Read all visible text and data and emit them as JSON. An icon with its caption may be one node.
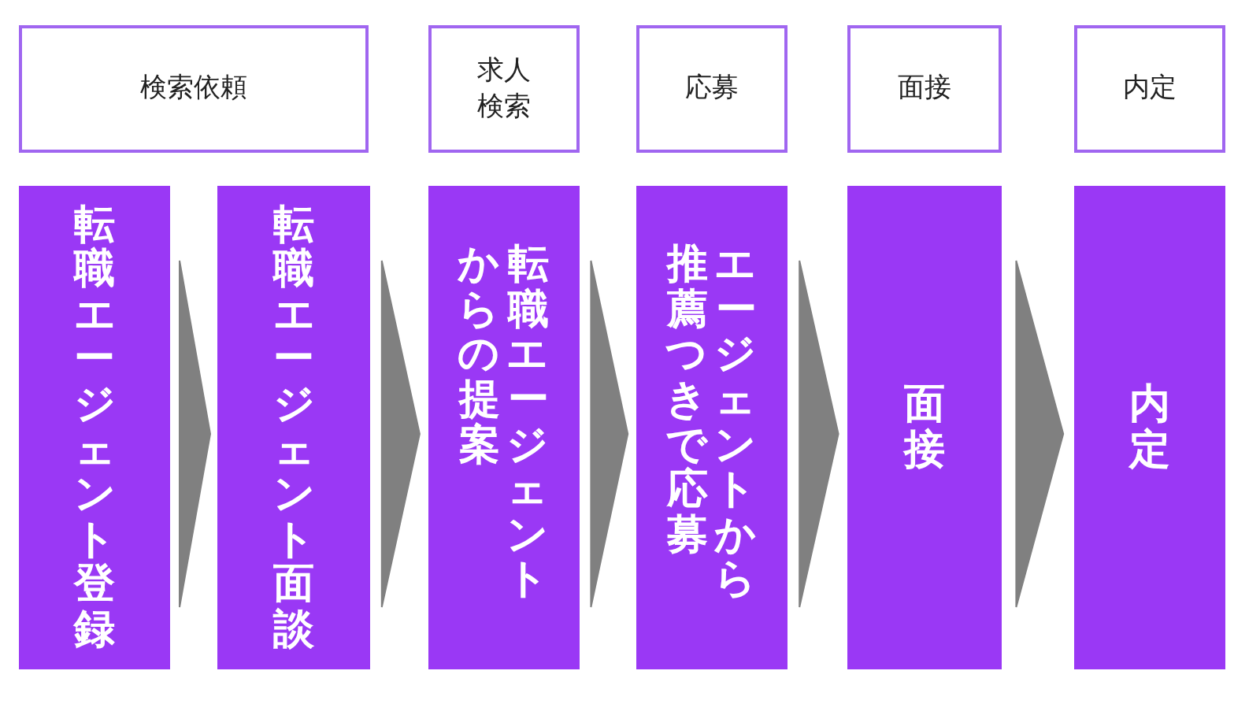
{
  "diagram": {
    "nodes": [
      {
        "text": [
          "検索依頼"
        ]
      },
      {
        "text": [
          "求人検索"
        ]
      },
      {
        "text": [
          "応募"
        ]
      },
      {
        "text": [
          "面接"
        ]
      },
      {
        "text": [
          "内定"
        ]
      },
      {
        "text": [
          "転職エージェント登録"
        ]
      },
      {
        "text": [
          "転職エージェント面談"
        ]
      },
      {
        "text": [
          "転職エージェントからの提案"
        ]
      },
      {
        "text": [
          "エージェントから推薦つきで応募"
        ]
      },
      {
        "text": [
          "面接"
        ]
      },
      {
        "text": [
          "内定"
        ]
      }
    ],
    "edges": [
      {
        "from": 5,
        "to": 6,
        "arrow": "to"
      },
      {
        "from": 6,
        "to": 7,
        "arrow": "to"
      },
      {
        "from": 7,
        "to": 8,
        "arrow": "to"
      },
      {
        "from": 8,
        "to": 9,
        "arrow": "to"
      },
      {
        "from": 9,
        "to": 10,
        "arrow": "to"
      }
    ]
  }
}
